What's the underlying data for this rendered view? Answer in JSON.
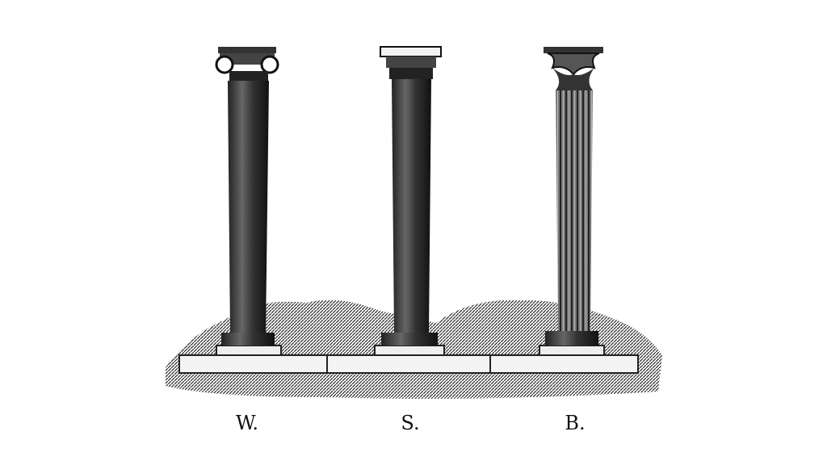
{
  "illustration": {
    "columns": [
      {
        "label": "W.",
        "capital": "ionic-volute"
      },
      {
        "label": "S.",
        "capital": "plain-abacus"
      },
      {
        "label": "B.",
        "capital": "foliate"
      }
    ],
    "ink_color": "#1a1a1a"
  }
}
